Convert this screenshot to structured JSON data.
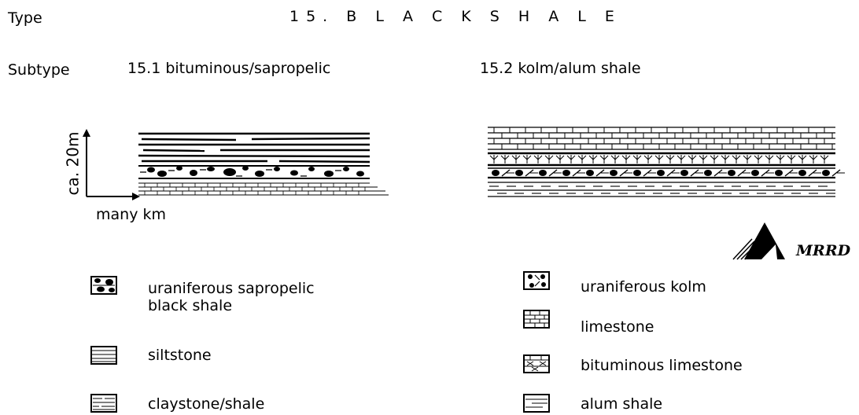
{
  "header": {
    "type_label": "Type",
    "type_title": "15. B L A C K    S H A L E",
    "subtype_label": "Subtype",
    "subtype_1": "15.1   bituminous/sapropelic",
    "subtype_2": "15.2   kolm/alum shale"
  },
  "scale": {
    "vertical": "ca. 20m",
    "horizontal": "many km"
  },
  "logo": {
    "text": "MRRD"
  },
  "legend_left": [
    {
      "label": "uraniferous sapropelic",
      "label2": "black shale",
      "pattern": "uraniferous-sapropelic"
    },
    {
      "label": "siltstone",
      "pattern": "siltstone"
    },
    {
      "label": "claystone/shale",
      "pattern": "claystone"
    }
  ],
  "legend_right": [
    {
      "label": "uraniferous kolm",
      "pattern": "kolm"
    },
    {
      "label": "limestone",
      "pattern": "limestone"
    },
    {
      "label": "bituminous limestone",
      "pattern": "bituminous-limestone"
    },
    {
      "label": "alum shale",
      "pattern": "alum-shale"
    }
  ]
}
